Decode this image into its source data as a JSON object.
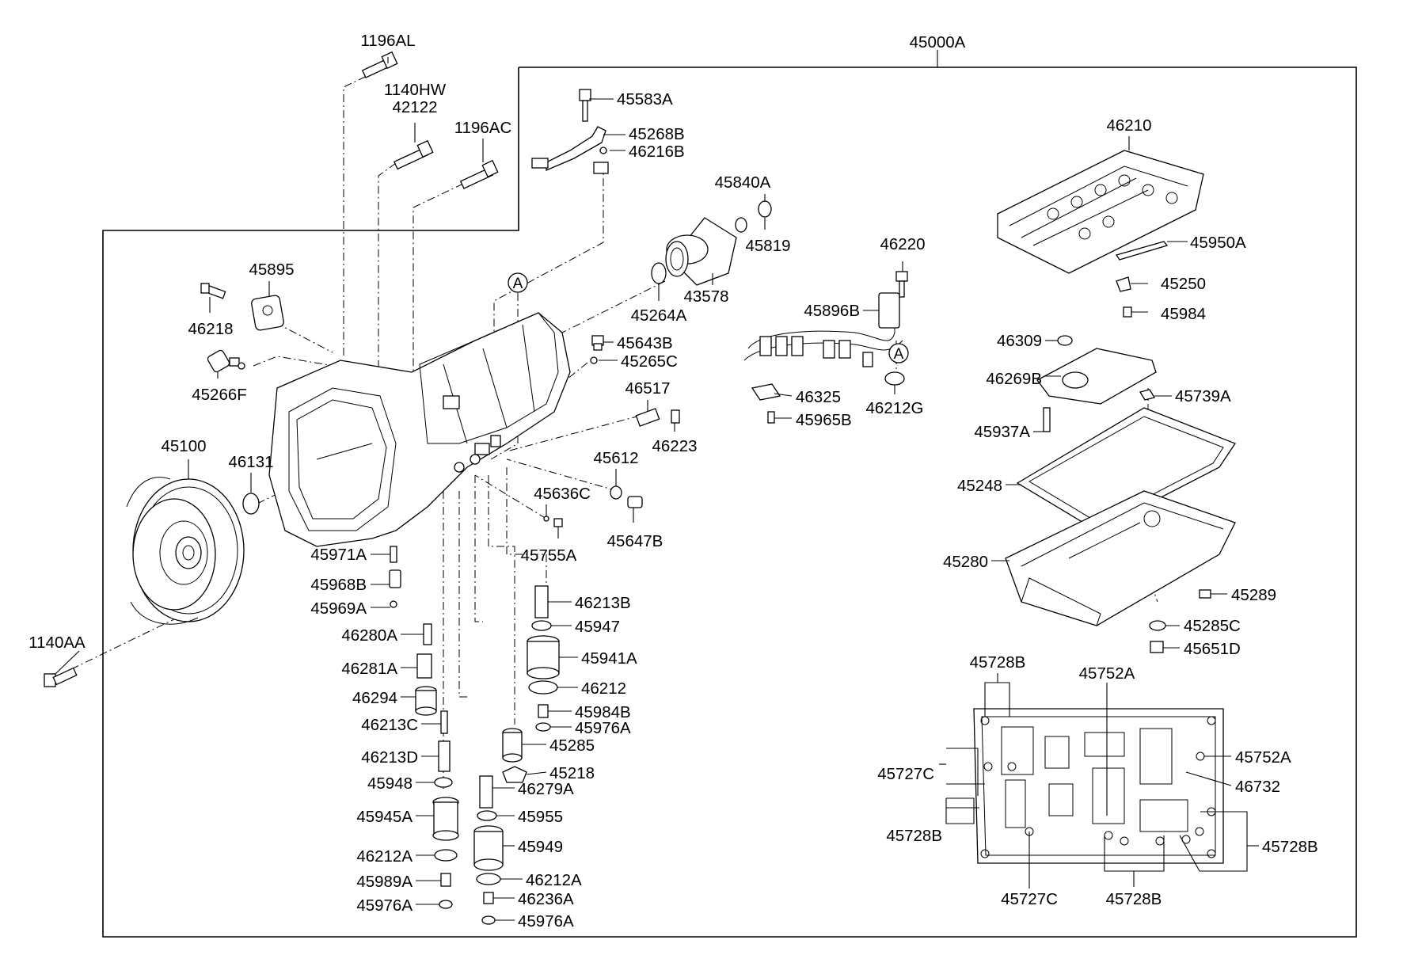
{
  "labels": {
    "l45000A": "45000A",
    "l1196AL": "1196AL",
    "l1140HW": "1140HW",
    "l42122": "42122",
    "l1196AC": "1196AC",
    "l45583A": "45583A",
    "l45268B": "45268B",
    "l46216B": "46216B",
    "l45840A": "45840A",
    "l45819": "45819",
    "l43578": "43578",
    "l45264A": "45264A",
    "l46210": "46210",
    "l45950A": "45950A",
    "l45250": "45250",
    "l45984": "45984",
    "l46220": "46220",
    "l45896B": "45896B",
    "l46325": "46325",
    "l45965B": "45965B",
    "l46212G": "46212G",
    "l46309": "46309",
    "l46269B": "46269B",
    "l45739A": "45739A",
    "l45937A": "45937A",
    "l45248": "45248",
    "l45280": "45280",
    "l45289": "45289",
    "l45285C": "45285C",
    "l45651D": "45651D",
    "l45895": "45895",
    "l46218": "46218",
    "l45266F": "45266F",
    "l45643B": "45643B",
    "l45265C": "45265C",
    "l46517": "46517",
    "l46223": "46223",
    "l45100": "45100",
    "l46131": "46131",
    "l45612": "45612",
    "l45636C": "45636C",
    "l45647B": "45647B",
    "l45755A": "45755A",
    "l45971A": "45971A",
    "l45968B": "45968B",
    "l45969A": "45969A",
    "l1140AA": "1140AA",
    "l46280A": "46280A",
    "l46281A": "46281A",
    "l46294": "46294",
    "l46213C": "46213C",
    "l46213D": "46213D",
    "l45948": "45948",
    "l45945A": "45945A",
    "l46212A_left": "46212A",
    "l45989A": "45989A",
    "l45976A_left": "45976A",
    "l46213B": "46213B",
    "l45947": "45947",
    "l45941A": "45941A",
    "l46212": "46212",
    "l45984B": "45984B",
    "l45976A_mid": "45976A",
    "l45285": "45285",
    "l45218": "45218",
    "l46279A": "46279A",
    "l45955": "45955",
    "l45949": "45949",
    "l46212A_right": "46212A",
    "l46236A": "46236A",
    "l45976A_bottom": "45976A",
    "l45728B_top": "45728B",
    "l45752A_top": "45752A",
    "l45727C_left": "45727C",
    "l45752A_right": "45752A",
    "l46732": "46732",
    "l45728B_left": "45728B",
    "l45728B_right": "45728B",
    "l45727C_bottom": "45727C",
    "l45728B_bottom": "45728B"
  },
  "callouts": {
    "a_top": "A",
    "a_harness": "A"
  },
  "colors": {
    "line": "#000000",
    "background": "#ffffff"
  }
}
